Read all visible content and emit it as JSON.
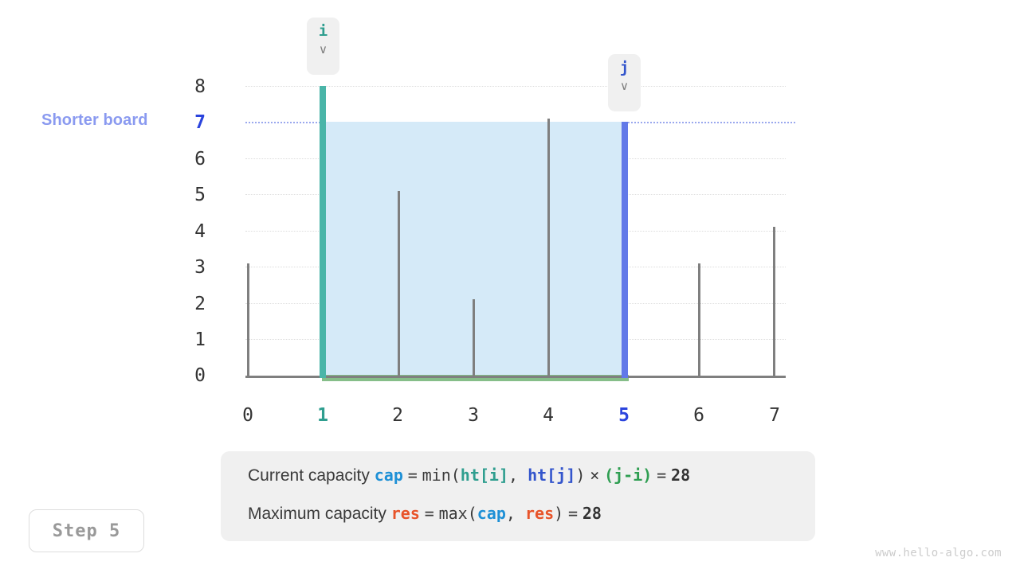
{
  "chart_data": {
    "type": "bar",
    "title": "",
    "xlabel": "",
    "ylabel": "",
    "categories": [
      "0",
      "1",
      "2",
      "3",
      "4",
      "5",
      "6",
      "7"
    ],
    "values": [
      3,
      8,
      5,
      2,
      7,
      7,
      3,
      4
    ],
    "xlim": [
      -0.5,
      7.5
    ],
    "ylim": [
      0,
      8
    ],
    "grid": true,
    "legend_position": "none",
    "y_ticks": [
      "0",
      "1",
      "2",
      "3",
      "4",
      "5",
      "6",
      "7",
      "8"
    ],
    "x_ticks": [
      "0",
      "1",
      "2",
      "3",
      "4",
      "5",
      "6",
      "7"
    ],
    "highlighted_y_tick": "7",
    "highlighted_x_ticks": [
      "1",
      "5"
    ],
    "annotations": {
      "shorter_board": "Shorter board",
      "pointer_i_index": 1,
      "pointer_j_index": 5,
      "shaded_region_from": 1,
      "shaded_region_to": 5,
      "shaded_region_height": 7
    }
  },
  "axes": {
    "y_ticks": [
      {
        "label": "8",
        "value": 8,
        "accent": "none"
      },
      {
        "label": "7",
        "value": 7,
        "accent": "blue"
      },
      {
        "label": "6",
        "value": 6,
        "accent": "none"
      },
      {
        "label": "5",
        "value": 5,
        "accent": "none"
      },
      {
        "label": "4",
        "value": 4,
        "accent": "none"
      },
      {
        "label": "3",
        "value": 3,
        "accent": "none"
      },
      {
        "label": "2",
        "value": 2,
        "accent": "none"
      },
      {
        "label": "1",
        "value": 1,
        "accent": "none"
      },
      {
        "label": "0",
        "value": 0,
        "accent": "none"
      }
    ],
    "x_ticks": [
      {
        "label": "0",
        "index": 0,
        "accent": "none"
      },
      {
        "label": "1",
        "index": 1,
        "accent": "teal"
      },
      {
        "label": "2",
        "index": 2,
        "accent": "none"
      },
      {
        "label": "3",
        "index": 3,
        "accent": "none"
      },
      {
        "label": "4",
        "index": 4,
        "accent": "none"
      },
      {
        "label": "5",
        "index": 5,
        "accent": "blue"
      },
      {
        "label": "6",
        "index": 6,
        "accent": "none"
      },
      {
        "label": "7",
        "index": 7,
        "accent": "none"
      }
    ]
  },
  "annotation": {
    "shorter_board_label": "Shorter board"
  },
  "pointers": {
    "i": {
      "name": "i",
      "chevron": "∨",
      "index": 1
    },
    "j": {
      "name": "j",
      "chevron": "∨",
      "index": 5
    }
  },
  "formula": {
    "line1": {
      "prefix": "Current capacity",
      "var": "cap",
      "eq1": "=",
      "fn": "min(",
      "arg1": "ht[i]",
      "comma": ", ",
      "arg2": "ht[j]",
      "close": ")",
      "times": "×",
      "factor": "(j-i)",
      "eq2": "=",
      "result": "28"
    },
    "line2": {
      "prefix": "Maximum capacity",
      "var": "res",
      "eq1": "=",
      "fn": "max(",
      "arg1": "cap",
      "comma": ", ",
      "arg2": "res",
      "close": ")",
      "eq2": "=",
      "result": "28"
    }
  },
  "step": {
    "label": "Step 5"
  },
  "watermark": {
    "text": "www.hello-algo.com"
  },
  "colors": {
    "teal": "#4ab5a8",
    "blue": "#6279e8",
    "green": "#7cb87f",
    "water": "#d5eaf8",
    "bar_grey": "#7f7f7f",
    "shorter_board": "#8a9af0",
    "cap": "#1e90d6",
    "res": "#e8542a",
    "panel_bg": "#f0f0f0"
  }
}
